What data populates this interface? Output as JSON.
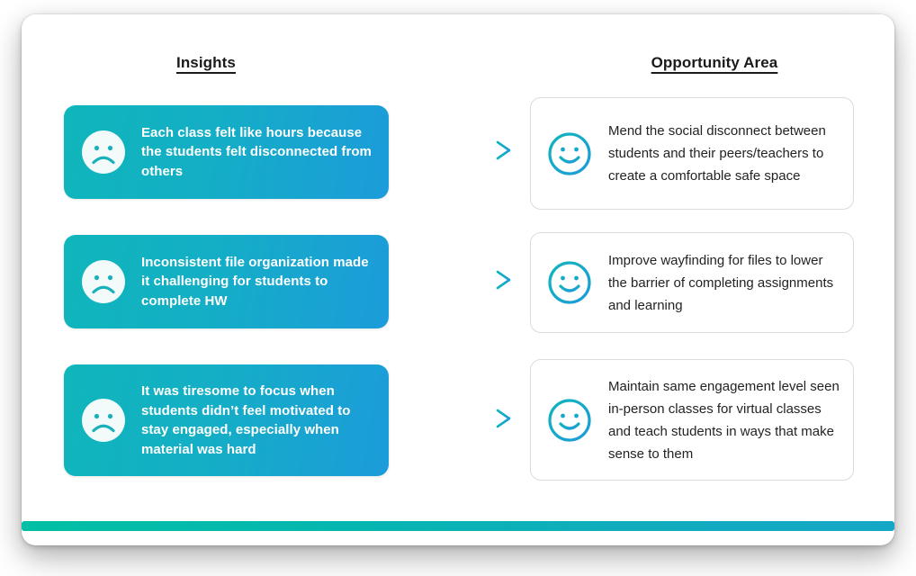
{
  "columns": {
    "left_heading": "Insights",
    "right_heading": "Opportunity Area"
  },
  "colors": {
    "gradient_start": "#0fb6bb",
    "gradient_end": "#1c9cda",
    "accent_bar_start": "#00bfa5",
    "accent_bar_end": "#15a7c6",
    "card_border": "#d8dcdf",
    "insight_text": "#ffffff",
    "opportunity_text": "#232323"
  },
  "rows": [
    {
      "insight": {
        "icon": "sad-face-icon",
        "text": "Each class felt like hours because the students felt disconnected from others"
      },
      "arrow": "arrow-right-icon",
      "opportunity": {
        "icon": "smiley-face-icon",
        "text": "Mend the social disconnect between students and their peers/teachers to create a comfortable safe space"
      }
    },
    {
      "insight": {
        "icon": "sad-face-icon",
        "text": "Inconsistent file organization made it challenging for students to complete HW"
      },
      "arrow": "arrow-right-icon",
      "opportunity": {
        "icon": "smiley-face-icon",
        "text": "Improve wayfinding for files to lower the barrier of completing assignments and learning"
      }
    },
    {
      "insight": {
        "icon": "sad-face-icon",
        "text": "It was tiresome to focus when students didn’t feel motivated to stay engaged, especially when material was hard"
      },
      "arrow": "arrow-right-icon",
      "opportunity": {
        "icon": "smiley-face-icon",
        "text": "Maintain same engagement level seen in-person classes for virtual classes and teach students in ways that make sense to them"
      }
    }
  ]
}
